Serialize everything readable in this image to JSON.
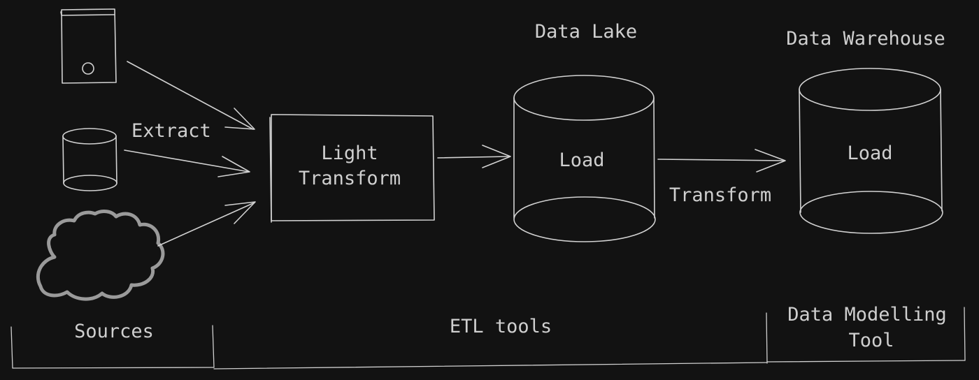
{
  "labels": {
    "extract": "Extract",
    "light_transform_line1": "Light",
    "light_transform_line2": "Transform",
    "data_lake": "Data Lake",
    "lake_load": "Load",
    "transform": "Transform",
    "data_warehouse": "Data Warehouse",
    "warehouse_load": "Load",
    "sources": "Sources",
    "etl_tools": "ETL tools",
    "modelling_line1": "Data Modelling",
    "modelling_line2": "Tool"
  },
  "icons": {
    "source_1": "mobile-device-icon",
    "source_2": "database-icon",
    "source_3": "cloud-icon"
  },
  "colors": {
    "background": "#121212",
    "stroke": "#d2d2d2",
    "cloud": "#9a9a9a",
    "text": "#cfcfcf"
  }
}
